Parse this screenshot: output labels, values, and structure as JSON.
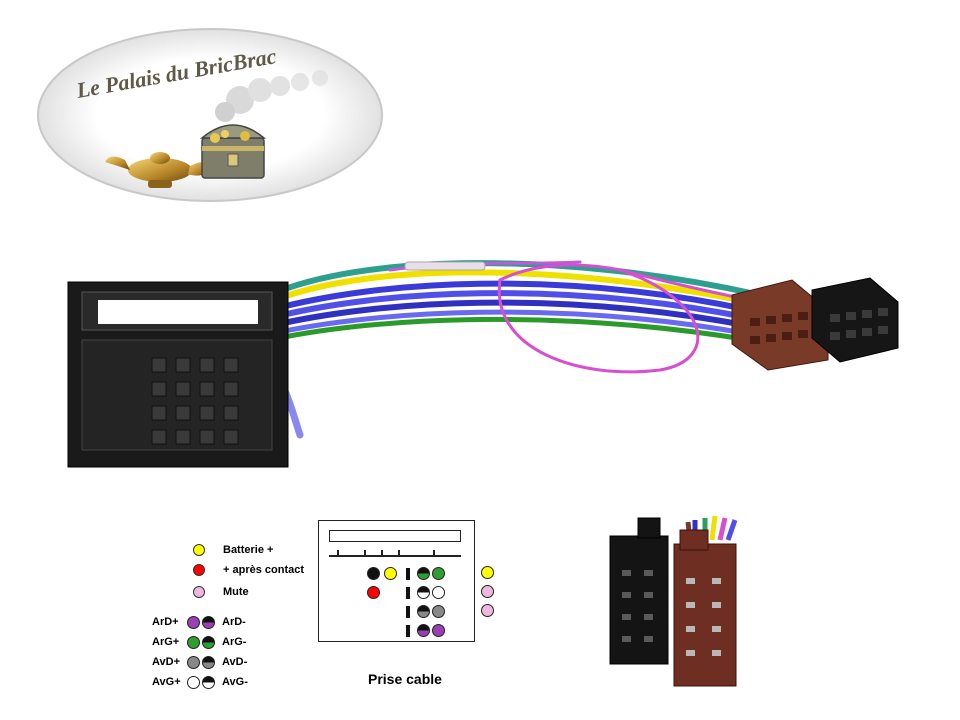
{
  "logo": {
    "text": "Le Palais du BricBrac"
  },
  "legend": {
    "items": [
      {
        "label": "Batterie +",
        "color": "#ffff00"
      },
      {
        "label": "+ après contact",
        "color": "#ff0000"
      },
      {
        "label": "Mute",
        "color": "#f0b8e0"
      }
    ]
  },
  "speakers": [
    {
      "left": "ArD+",
      "right": "ArD-",
      "color": "#9b3fb5"
    },
    {
      "left": "ArG+",
      "right": "ArG-",
      "color": "#2e9e2e"
    },
    {
      "left": "AvD+",
      "right": "AvD-",
      "color": "#888888"
    },
    {
      "left": "AvG+",
      "right": "AvG-",
      "color": "#ffffff"
    }
  ],
  "prise": {
    "title": "Prise cable"
  },
  "colors": {
    "connector_black": "#1a1a1a",
    "connector_brown": "#7a3a28",
    "wire_pink": "#d64fd0",
    "wire_yellow": "#f0e000",
    "wire_green": "#2e9e5e",
    "wire_blue": "#3030d0"
  }
}
